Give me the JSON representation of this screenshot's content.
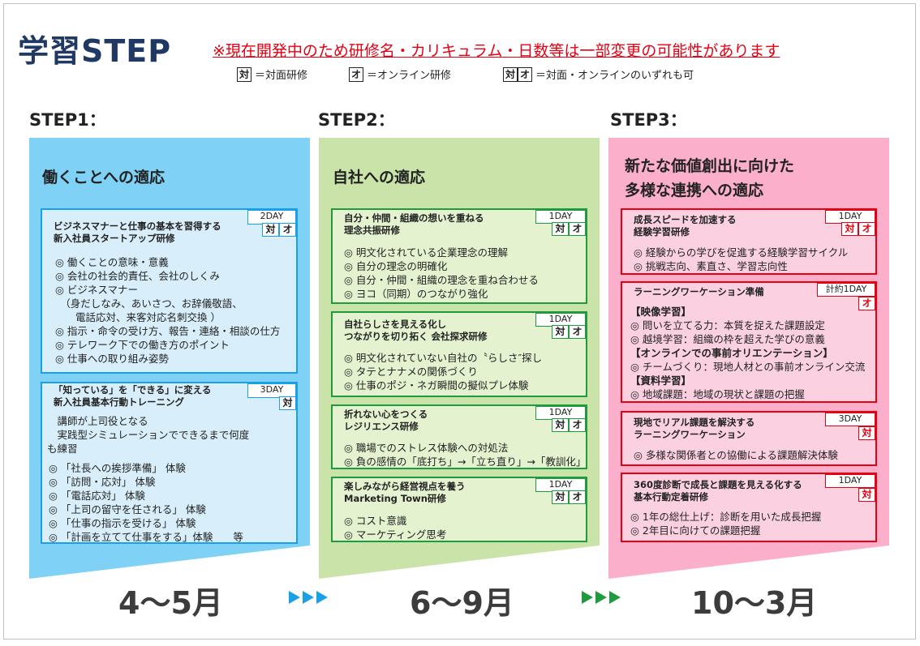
{
  "title": "学習STEP",
  "notice": "※現在開発中のため研修名・カリキュラム・日数等は一部変更の可能性があります",
  "legend": [
    {
      "marks": [
        "対"
      ],
      "text": "＝対面研修"
    },
    {
      "marks": [
        "オ"
      ],
      "text": "＝オンライン研修"
    },
    {
      "marks": [
        "対",
        "オ"
      ],
      "text": "＝対面・オンラインのいずれも可"
    }
  ],
  "steps": [
    {
      "label": "STEP1：",
      "heading": "働くことへの適応",
      "period": "4〜5月",
      "color": "#7fd2f6"
    },
    {
      "label": "STEP2：",
      "heading": "自社への適応",
      "period": "6〜9月",
      "color": "#c9e3a9"
    },
    {
      "label": "STEP3：",
      "heading_lines": [
        "新たな価値創出に向けた",
        "多様な連携への適応"
      ],
      "period": "10〜3月",
      "color": "#fbafca"
    }
  ],
  "step1_courses": [
    {
      "title_lines": [
        "ビジネスマナーと仕事の基本を習得する",
        "新入社員スタートアップ研修"
      ],
      "days": "2DAY",
      "tags": [
        "対",
        "オ"
      ],
      "items": [
        "◎ 働くことの意味・意義",
        "◎ 会社の社会的責任、会社のしくみ",
        "◎ ビジネスマナー",
        "　（身だしなみ、あいさつ、お辞儀敬語、",
        "　　電話応対、来客対応名刺交換 ）",
        "◎ 指示・命令の受け方、報告・連絡・相談の仕方",
        "◎ テレワーク下での働き方のポイント",
        "◎ 仕事への取り組み姿勢"
      ]
    },
    {
      "title_lines": [
        "「知っている」を「できる」に変える",
        "新入社員基本行動トレーニング"
      ],
      "days": "3DAY",
      "tags": [
        "対"
      ],
      "intro": [
        "　講師が上司役となる",
        "　実践型シミュレーションでできるまで何度",
        "も練習"
      ],
      "items": [
        "◎ 「社長への挨拶準備」 体験",
        "◎ 「訪問・応対」 体験",
        "◎ 「電話応対」 体験",
        "◎ 「上司の留守を任される」 体験",
        "◎ 「仕事の指示を受ける」 体験",
        "◎ 「計画を立てて仕事をする」体験　　等"
      ]
    }
  ],
  "step2_courses": [
    {
      "title_lines": [
        "自分・仲間・組織の想いを重ねる",
        "理念共振研修"
      ],
      "days": "1DAY",
      "tags": [
        "対",
        "オ"
      ],
      "items": [
        "◎ 明文化されている企業理念の理解",
        "◎ 自分の理念の明確化",
        "◎ 自分・仲間・組織の理念を重ね合わせる",
        "◎ ヨコ（同期）のつながり強化"
      ]
    },
    {
      "title_lines": [
        "自社らしさを見える化し",
        "つながりを切り拓く 会社探求研修"
      ],
      "days": "1DAY",
      "tags": [
        "対",
        "オ"
      ],
      "items": [
        "◎ 明文化されていない自社の〝らしさ″探し",
        "◎ タテとナナメの関係づくり",
        "◎ 仕事のポジ・ネガ瞬間の擬似プレ体験"
      ]
    },
    {
      "title_lines": [
        "折れない心をつくる",
        "レジリエンス研修"
      ],
      "days": "1DAY",
      "tags": [
        "対",
        "オ"
      ],
      "items": [
        "◎ 職場でのストレス体験への対処法",
        "◎ 負の感情の「底打ち」→「立ち直り」→「教訓化」"
      ]
    },
    {
      "title_lines": [
        "楽しみながら経営視点を養う",
        "Marketing Town研修"
      ],
      "days": "1DAY",
      "tags": [
        "対",
        "オ"
      ],
      "items": [
        "◎ コスト意識",
        "◎ マーケティング思考"
      ]
    }
  ],
  "step3_courses": [
    {
      "title_lines": [
        "成長スピードを加速する",
        "経験学習研修"
      ],
      "days": "1DAY",
      "tags": [
        "対",
        "オ"
      ],
      "items": [
        "◎ 経験からの学びを促進する経験学習サイクル",
        "◎ 挑戦志向、素直さ、学習志向性"
      ]
    },
    {
      "title_lines": [
        "ラーニングワーケーション準備"
      ],
      "days": "計約1DAY",
      "tags": [
        "オ"
      ],
      "items": [
        "【映像学習】",
        "◎ 問いを立てる力：本質を捉えた課題設定",
        "◎ 越境学習：組織の枠を超えた学びの意義",
        "【オンラインでの事前オリエンテーション】",
        "◎ チームづくり：現地人材との事前オンライン交流",
        "【資料学習】",
        "◎ 地域課題：地域の現状と課題の把握"
      ]
    },
    {
      "title_lines": [
        "現地でリアル課題を解決する",
        "ラーニングワーケーション"
      ],
      "days": "3DAY",
      "tags": [
        "対"
      ],
      "items": [
        "◎ 多様な関係者との協働による課題解決体験"
      ]
    },
    {
      "title_lines": [
        "360度診断で成長と課題を見える化する",
        "基本行動定着研修"
      ],
      "days": "1DAY",
      "tags": [
        "対"
      ],
      "items": [
        "◎ 1年の総仕上げ：診断を用いた成長把握",
        "◎ 2年目に向けての課題把握"
      ]
    }
  ],
  "arrow_colors": [
    "#1aa0e6",
    "#1f9a3c"
  ]
}
